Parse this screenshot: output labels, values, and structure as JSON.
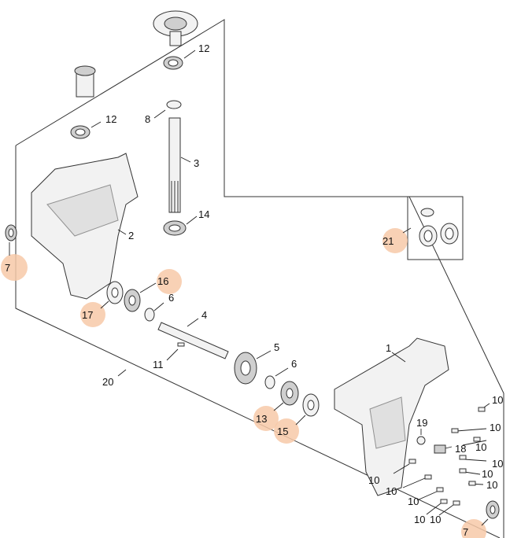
{
  "diagram": {
    "labels": {
      "p1": "1",
      "p2": "2",
      "p3": "3",
      "p4": "4",
      "p5": "5",
      "p6a": "6",
      "p6b": "6",
      "p7a": "7",
      "p7b": "7",
      "p8": "8",
      "p10a": "10",
      "p10b": "10",
      "p10c": "10",
      "p10d": "10",
      "p10e": "10",
      "p10f": "10",
      "p10g": "10",
      "p10h": "10",
      "p10i": "10",
      "p10j": "10",
      "p10k": "10",
      "p11": "11",
      "p12a": "12",
      "p12b": "12",
      "p13": "13",
      "p14": "14",
      "p15": "15",
      "p16": "16",
      "p17": "17",
      "p18": "18",
      "p19": "19",
      "p20": "20",
      "p21": "21"
    },
    "highlight_color": "#f7c9a8"
  }
}
